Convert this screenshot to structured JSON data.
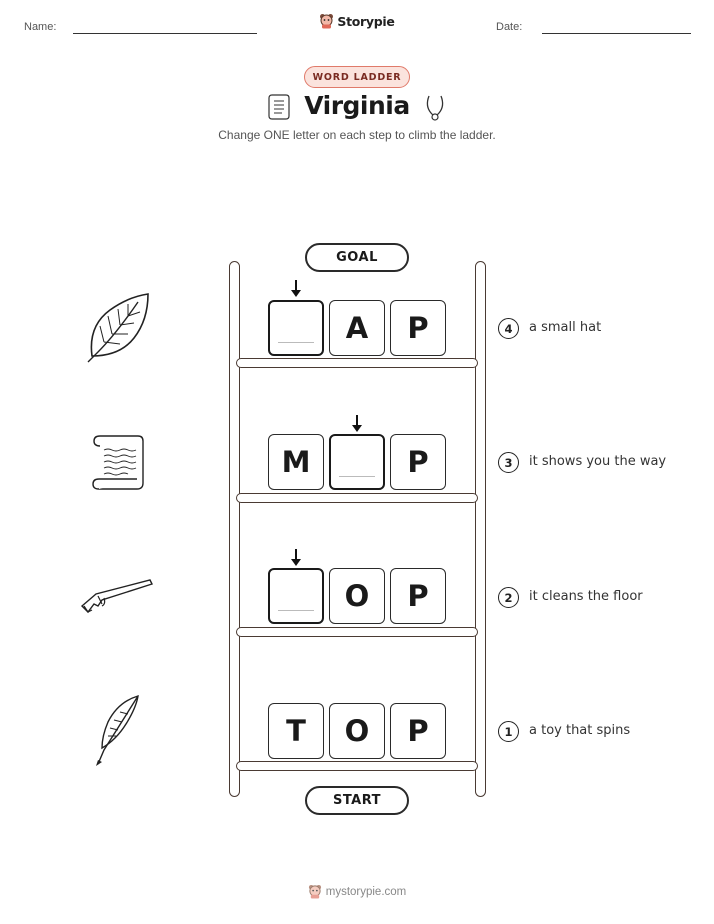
{
  "header": {
    "name_label": "Name:",
    "date_label": "Date:",
    "brand": "Storypie"
  },
  "badge": "WORD LADDER",
  "title": "Virginia",
  "subtitle": "Change ONE letter on each step to climb the ladder.",
  "goal_label": "GOAL",
  "start_label": "START",
  "steps": [
    {
      "number": "4",
      "clue": "a small hat",
      "letters": [
        "",
        "A",
        "P"
      ],
      "image_icon": "leaf-icon"
    },
    {
      "number": "3",
      "clue": "it shows you the way",
      "letters": [
        "M",
        "",
        "P"
      ],
      "image_icon": "scroll-icon"
    },
    {
      "number": "2",
      "clue": "it cleans the floor",
      "letters": [
        "",
        "O",
        "P"
      ],
      "image_icon": "musket-icon"
    },
    {
      "number": "1",
      "clue": "a toy that spins",
      "letters": [
        "T",
        "O",
        "P"
      ],
      "image_icon": "quill-icon"
    }
  ],
  "footer": "mystorypie.com",
  "colors": {
    "accent_border": "#e07a6a",
    "accent_fill": "#fbe3dd",
    "badge_text": "#7a2b22",
    "ladder": "#4a3a33"
  }
}
